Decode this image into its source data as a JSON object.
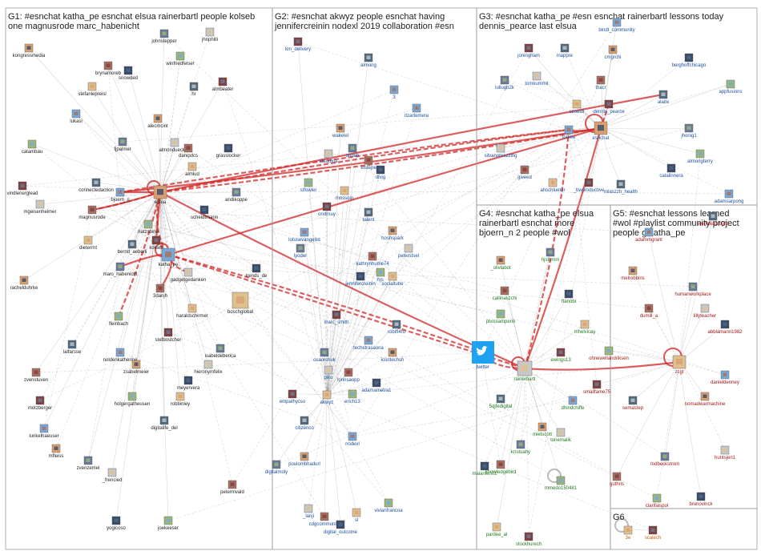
{
  "groups": [
    {
      "id": "G1",
      "lines": [
        "G1: #esnchat katha_pe esnchat elsua rainerbartl people kolseb",
        "one magnusrode marc_habenicht"
      ],
      "color": "#333333"
    },
    {
      "id": "G2",
      "lines": [
        "G2: #esnchat akwyz people esnchat having",
        "jennifercreinin nodexl 2019 collaboration #esn"
      ],
      "color": "#1a4fa0"
    },
    {
      "id": "G3",
      "lines": [
        "G3: #esnchat katha_pe #esn esnchat rainerbartl lessons today",
        "dennis_pearce last elsua"
      ],
      "color": "#1a4fa0"
    },
    {
      "id": "G4",
      "lines": [
        "G4: #esnchat katha_pe elsua",
        "rainerbartl esnchat more",
        "bjoern_n 2 people #wol"
      ],
      "color": "#1d7a1d"
    },
    {
      "id": "G5",
      "lines": [
        "G5: #esnchat lessons learned",
        "#wol #playlist community project",
        "people g katha_pe"
      ],
      "color": "#a01818"
    },
    {
      "id": "G6",
      "lines": [
        "G6"
      ],
      "color": "#c06000"
    }
  ],
  "nodes": {
    "g1": [
      "kongressmedia",
      "johnstepper",
      "jhnphilli",
      "brynamoreb",
      "snowded",
      "winfriedfelser",
      "stefanlepreisl",
      "almbeater",
      "hr",
      "lukasi",
      "alecmcint",
      "fjpalmer",
      "almondueckerl",
      "danipdcs",
      "grasslocker",
      "catambau",
      "almlud",
      "vindlenerglead",
      "connectedaction",
      "bjoern_n",
      "elsua",
      "andikoppe",
      "mgeisenheimer",
      "magnusrode",
      "scheidtmann",
      "natzsbine",
      "dieterrnt",
      "kolseb",
      "bernd_aeberli",
      "katha_pe",
      "rachelduhrke",
      "marc_habenicht",
      "gadgetgedanken",
      "3danjh",
      "trends_de",
      "fleinbach",
      "haraldschirmer",
      "stefbostcher",
      "lalfarsse",
      "noldenkatherine",
      "zsabelmeier",
      "isabeldeberica",
      "hieronymfelix",
      "zvenstuven",
      "meyervera",
      "holgergatheusen",
      "robbinley",
      "motzberger",
      "digitalife_del",
      "lunkelhaeuser",
      "mfleiss",
      "zvenzemel",
      "_frencied",
      "petermvald",
      "yogicoso",
      "joekeeser",
      "boschglobal"
    ],
    "g2": [
      "km_delivery",
      "aimong",
      "3",
      "itzartemera",
      "wakelel",
      "ohdeb",
      "ritsoolna",
      "elstepe",
      "dlvig",
      "stfowler",
      "mnssoin",
      "ondrnuy",
      "talent",
      "lotusevangelist",
      "hoshspark",
      "lyoder",
      "peterstsel",
      "kathrynhume74",
      "jennifercreinin",
      "hjs",
      "socialtube",
      "marc_smith",
      "robift4ru",
      "techstrasaona",
      "icontechsh",
      "osaorchuk",
      "piku",
      "lorinsaopp",
      "adamametra1",
      "erich13",
      "akwyz",
      "empathycso",
      "citizenco",
      "nodexl",
      "poulombhadurl",
      "digitalmoly",
      "_lanji",
      "cdgcommunity",
      "digital_outcome",
      "vivianfrancoa",
      "sl"
    ],
    "g3": [
      "joningham",
      "inappre",
      "bindt_community",
      "cmgrchi",
      "luliugb2k",
      "tomkummit",
      "thacr",
      "berghoffchicago",
      "appfusions",
      "szoeldi",
      "dennis_pearce",
      "alaite",
      "tortiee",
      "esnchat",
      "jhonig1",
      "silvanoreszzing",
      "gweed",
      "catalinnera",
      "almongterry",
      "ahschlueter",
      "_bwproductive",
      "mlaszzh_health",
      "adamsarpong"
    ],
    "g4": [
      "_olivlabot",
      "hjstumm",
      "rainerbartl",
      "callinaszchi",
      "ftanobi",
      "plvissamperio",
      "mhelvicay",
      "ewings13",
      "5qjfedigital",
      "dhindchiffe",
      "mietscott",
      "kristuahy",
      "tonemalik",
      "knowledgebird",
      "malanien01",
      "mmedo150481",
      "pardee_al",
      "stockhurech"
    ],
    "g5": [
      "workplacebyfb",
      "adammgrant",
      "melrobbins",
      "humanworkplace",
      "lillyteacher",
      "dumill_a",
      "abblamann1982",
      "ohnewellandriksen",
      "zcgt",
      "smallfame75",
      "semastep",
      "danieldenney",
      "nomadwarmachine",
      "rodbeckstrom",
      "huntsjen1",
      "guthris",
      "brunovinck",
      "clarifaispol"
    ],
    "g6": [
      "3e",
      "scalech"
    ],
    "twitter": "twitter"
  }
}
